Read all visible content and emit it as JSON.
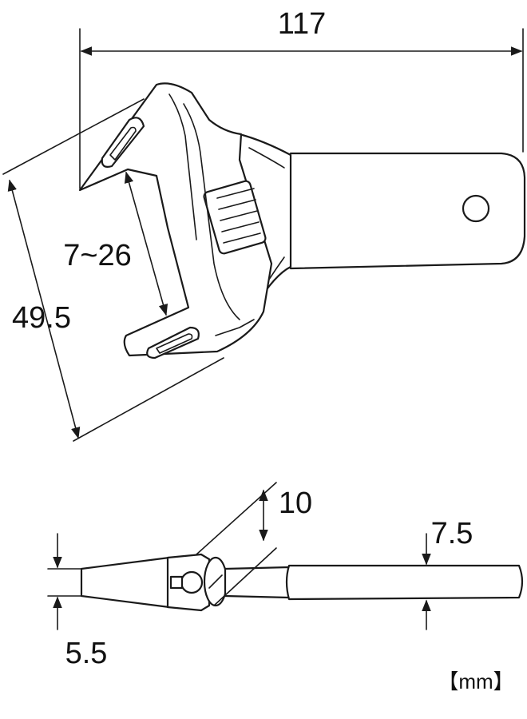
{
  "dimensions": {
    "overall_length": "117",
    "jaw_opening": "7~26",
    "head_width": "49.5",
    "head_thickness": "10",
    "handle_thickness": "7.5",
    "tip_thickness": "5.5"
  },
  "unit_label": "【mm】",
  "colors": {
    "line": "#1a1a1a",
    "background": "#ffffff"
  }
}
